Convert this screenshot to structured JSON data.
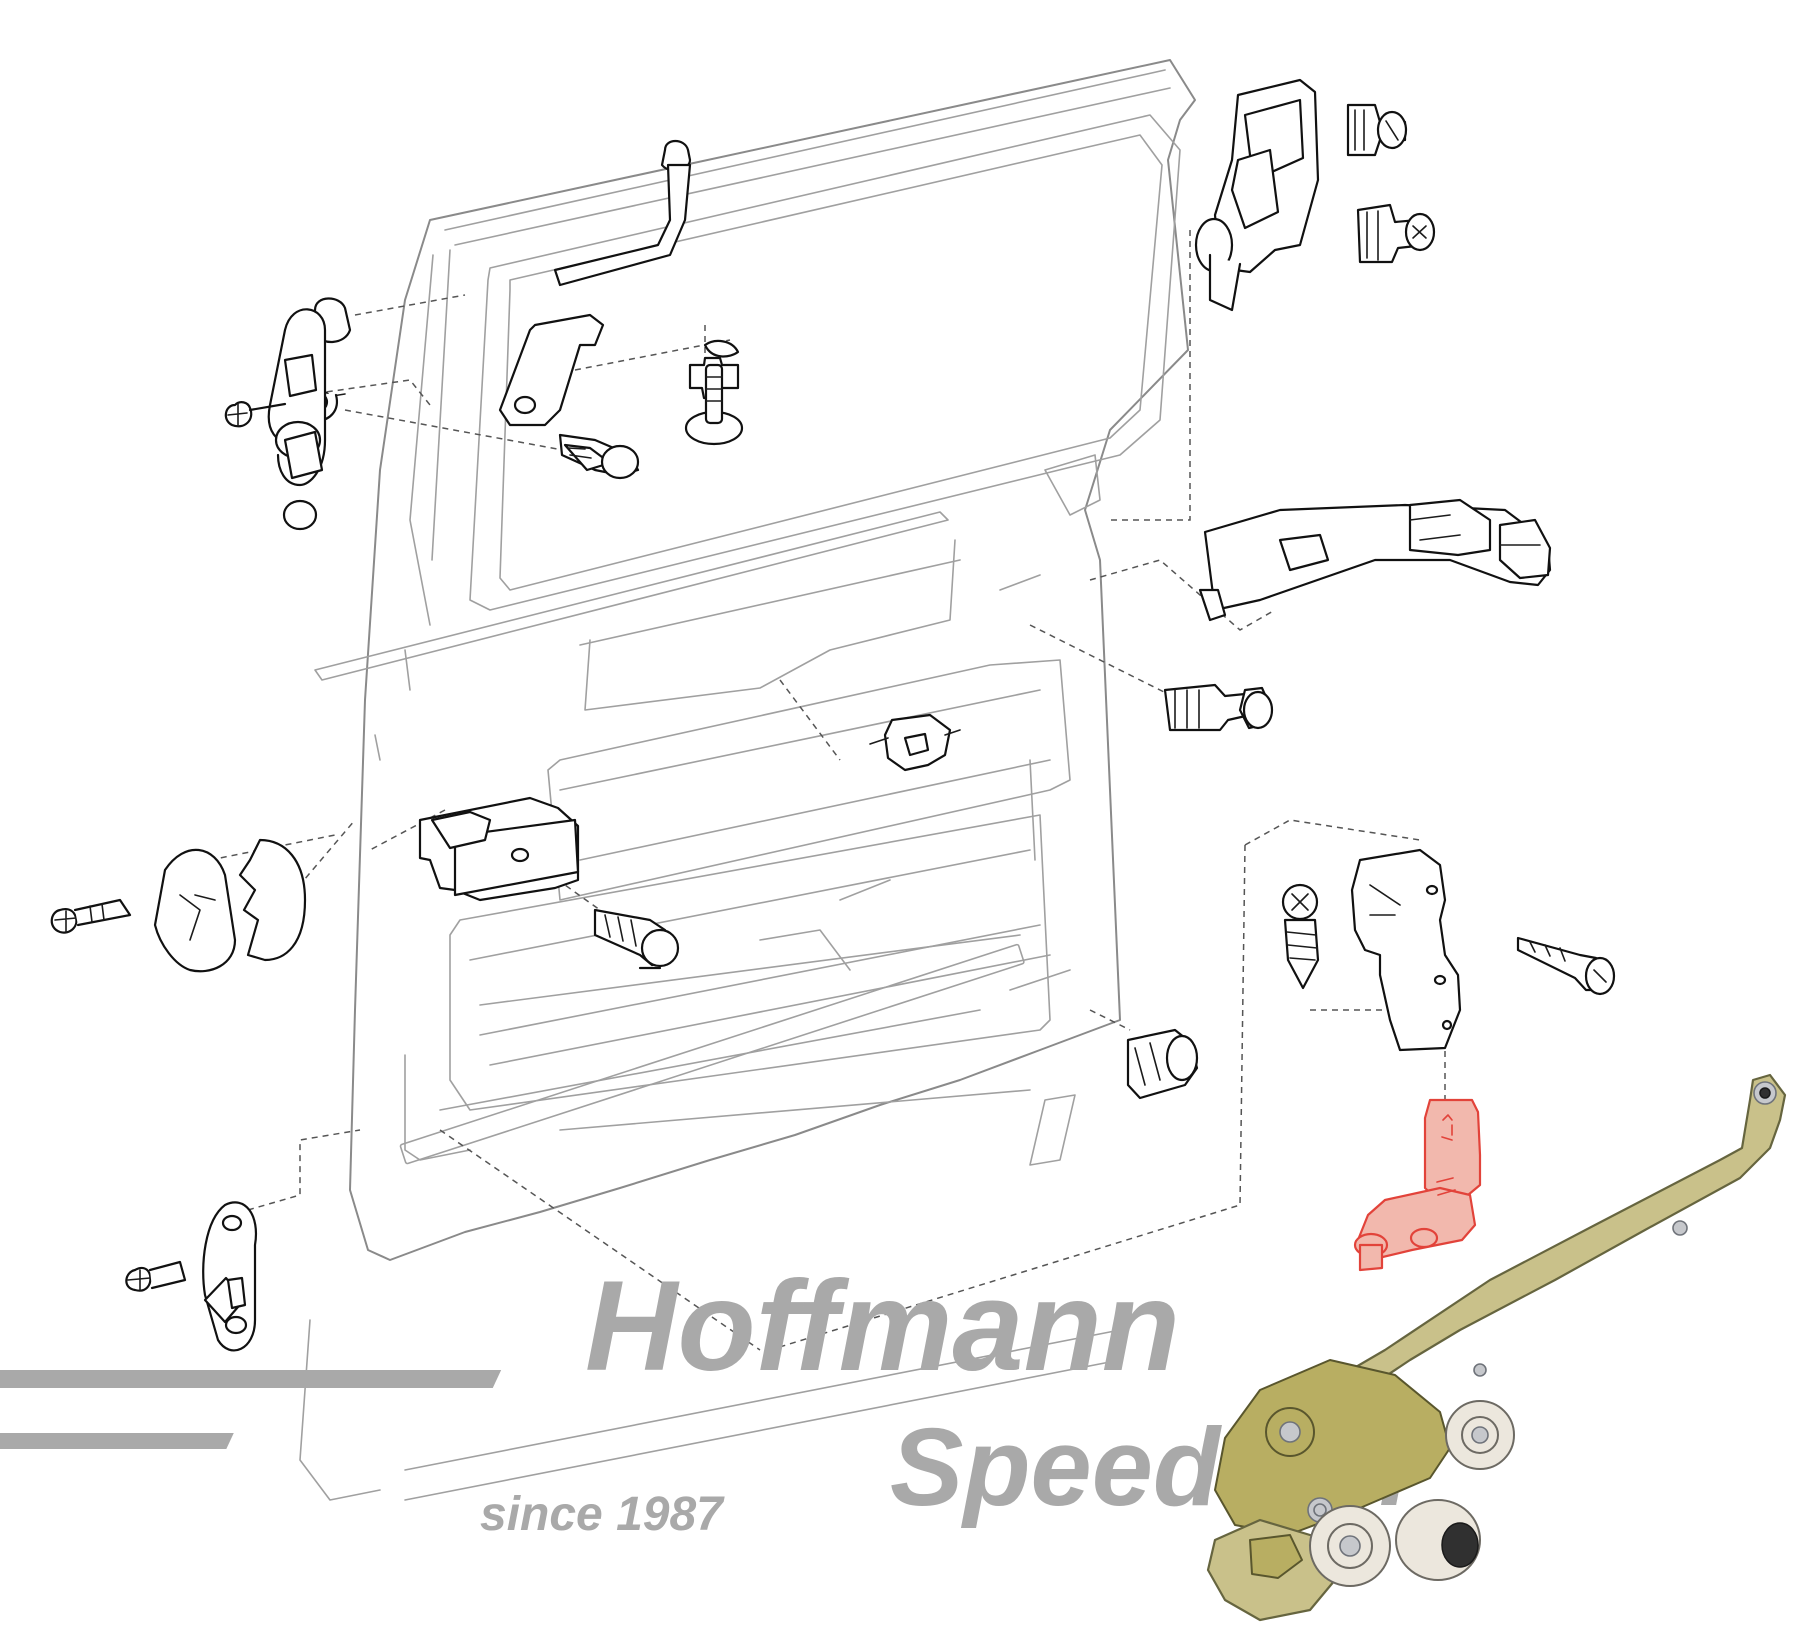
{
  "diagram": {
    "highlight_color": "#e2433a",
    "highlight_fill": "#f2b8ad"
  },
  "branding": {
    "logo_name": "Hoffmann",
    "logo_sub": "Speedster",
    "since_text": "since 1987",
    "logo_color": "#a9a9a9"
  },
  "product": {
    "icon": "roller-guide-photo"
  }
}
